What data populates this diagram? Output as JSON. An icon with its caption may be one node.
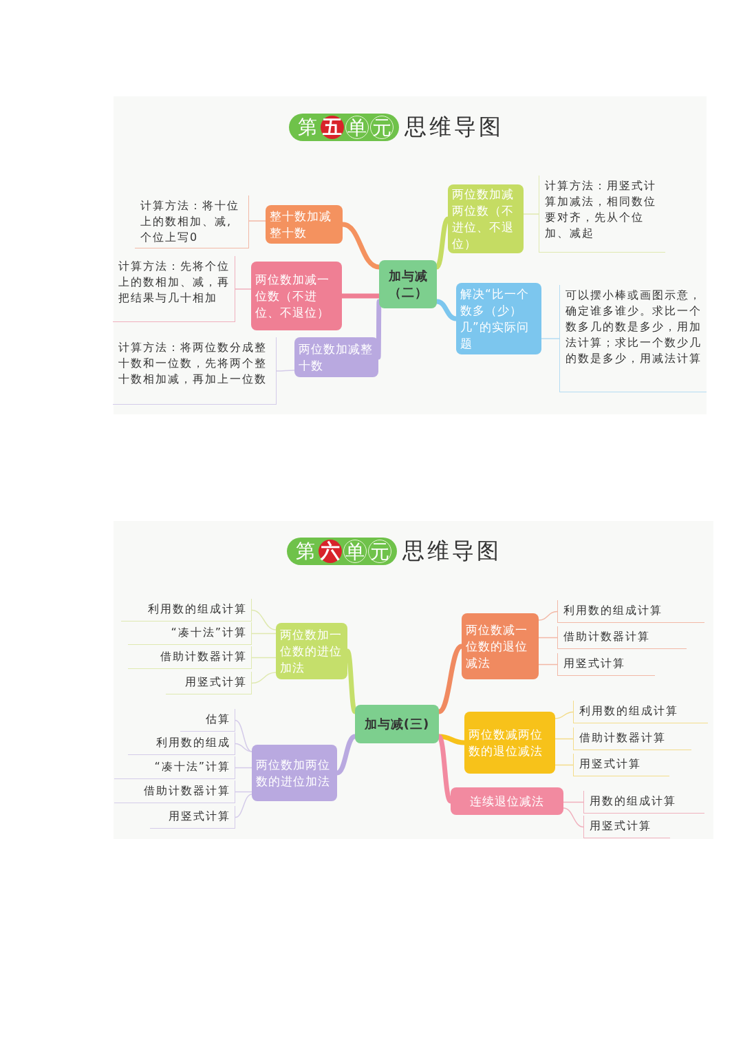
{
  "diagram": {
    "nodes": [
      {
        "text": [
          "加与减（二）"
        ]
      },
      {
        "text": [
          "整十数加减整十数"
        ]
      },
      {
        "text": [
          "计算方法：将十位上的数相加、减,个位上写0"
        ]
      },
      {
        "text": [
          "两位数加减一位数（不进位、不退位）"
        ]
      },
      {
        "text": [
          "计算方法：先将个位上的数相加、减，再把结果与几十相加"
        ]
      },
      {
        "text": [
          "两位数加减整十数"
        ]
      },
      {
        "text": [
          "计算方法：将两位数分成整十数和一位数，先将两个整十数相加减，再加上一位数"
        ]
      },
      {
        "text": [
          "两位数加减两位数（不进位、不退位）"
        ]
      },
      {
        "text": [
          "计算方法：用竖式计算加减法，相同数位要对齐，先从个位加、减起"
        ]
      },
      {
        "text": [
          "解决“比一个数多（少）几”的实际问题"
        ]
      },
      {
        "text": [
          "可以摆小棒或画图示意，确定谁多谁少。求比一个数多几的数是多少，用加法计算；求比一个数少几的数是多少，用减法计算"
        ]
      },
      {
        "text": [
          "加与减(三)"
        ]
      },
      {
        "text": [
          "两位数加一位数的进位加法"
        ]
      },
      {
        "text": [
          "利用数的组成计算"
        ]
      },
      {
        "text": [
          "“凑十法”计算"
        ]
      },
      {
        "text": [
          "借助计数器计算"
        ]
      },
      {
        "text": [
          "用竖式计算"
        ]
      },
      {
        "text": [
          "两位数加两位数的进位加法"
        ]
      },
      {
        "text": [
          "估算"
        ]
      },
      {
        "text": [
          "利用数的组成"
        ]
      },
      {
        "text": [
          "“凑十法”计算"
        ]
      },
      {
        "text": [
          "借助计数器计算"
        ]
      },
      {
        "text": [
          "用竖式计算"
        ]
      },
      {
        "text": [
          "两位数减一位数的退位减法"
        ]
      },
      {
        "text": [
          "利用数的组成计算"
        ]
      },
      {
        "text": [
          "借助计数器计算"
        ]
      },
      {
        "text": [
          "用竖式计算"
        ]
      },
      {
        "text": [
          "两位数减两位数的退位减法"
        ]
      },
      {
        "text": [
          "利用数的组成计算"
        ]
      },
      {
        "text": [
          "借助计数器计算"
        ]
      },
      {
        "text": [
          "用竖式计算"
        ]
      },
      {
        "text": [
          "连续退位减法"
        ]
      },
      {
        "text": [
          "用数的组成计算"
        ]
      },
      {
        "text": [
          "用竖式计算"
        ]
      }
    ],
    "edges": [
      {
        "from": 0,
        "to": 1,
        "arrow": "none",
        "style": "thick",
        "color": "#f4925f"
      },
      {
        "from": 1,
        "to": 2,
        "arrow": "none",
        "color": "#f2b8a6"
      },
      {
        "from": 0,
        "to": 3,
        "arrow": "none",
        "style": "thick",
        "color": "#ef7f94"
      },
      {
        "from": 3,
        "to": 4,
        "arrow": "none",
        "color": "#f0b0bd"
      },
      {
        "from": 0,
        "to": 5,
        "arrow": "none",
        "style": "thick",
        "color": "#b9a9e0"
      },
      {
        "from": 5,
        "to": 6,
        "arrow": "none",
        "color": "#d4cbe9"
      },
      {
        "from": 0,
        "to": 7,
        "arrow": "none",
        "style": "thick",
        "color": "#c5dc63"
      },
      {
        "from": 7,
        "to": 8,
        "arrow": "none",
        "color": "#dfe9b0"
      },
      {
        "from": 0,
        "to": 9,
        "arrow": "none",
        "style": "thick",
        "color": "#7cc6ee"
      },
      {
        "from": 9,
        "to": 10,
        "arrow": "none",
        "color": "#b4dcf2"
      },
      {
        "from": 11,
        "to": 12,
        "arrow": "none",
        "style": "thick",
        "color": "#c5df6b"
      },
      {
        "from": 12,
        "to": 13,
        "arrow": "none",
        "color": "#dfe9b0"
      },
      {
        "from": 12,
        "to": 14,
        "arrow": "none",
        "color": "#dfe9b0"
      },
      {
        "from": 12,
        "to": 15,
        "arrow": "none",
        "color": "#dfe9b0"
      },
      {
        "from": 12,
        "to": 16,
        "arrow": "none",
        "color": "#dfe9b0"
      },
      {
        "from": 11,
        "to": 17,
        "arrow": "none",
        "style": "thick",
        "color": "#b9a9e0"
      },
      {
        "from": 17,
        "to": 18,
        "arrow": "none",
        "color": "#d4cbe9"
      },
      {
        "from": 17,
        "to": 19,
        "arrow": "none",
        "color": "#d4cbe9"
      },
      {
        "from": 17,
        "to": 20,
        "arrow": "none",
        "color": "#d4cbe9"
      },
      {
        "from": 17,
        "to": 21,
        "arrow": "none",
        "color": "#d4cbe9"
      },
      {
        "from": 17,
        "to": 22,
        "arrow": "none",
        "color": "#d4cbe9"
      },
      {
        "from": 11,
        "to": 23,
        "arrow": "none",
        "style": "thick",
        "color": "#f08a60"
      },
      {
        "from": 23,
        "to": 24,
        "arrow": "none",
        "color": "#f2b8a6"
      },
      {
        "from": 23,
        "to": 25,
        "arrow": "none",
        "color": "#f2b8a6"
      },
      {
        "from": 23,
        "to": 26,
        "arrow": "none",
        "color": "#f2b8a6"
      },
      {
        "from": 11,
        "to": 27,
        "arrow": "none",
        "style": "thick",
        "color": "#f7c21a"
      },
      {
        "from": 27,
        "to": 28,
        "arrow": "none",
        "color": "#f3dc8a"
      },
      {
        "from": 27,
        "to": 29,
        "arrow": "none",
        "color": "#f3dc8a"
      },
      {
        "from": 27,
        "to": 30,
        "arrow": "none",
        "color": "#f3dc8a"
      },
      {
        "from": 11,
        "to": 31,
        "arrow": "none",
        "style": "thick",
        "color": "#f28aa0"
      },
      {
        "from": 31,
        "to": 32,
        "arrow": "none",
        "color": "#f0b0bd"
      },
      {
        "from": 31,
        "to": 33,
        "arrow": "none",
        "color": "#f0b0bd"
      }
    ],
    "labels": [
      "第五单元思维导图",
      "第六单元思维导图"
    ]
  }
}
